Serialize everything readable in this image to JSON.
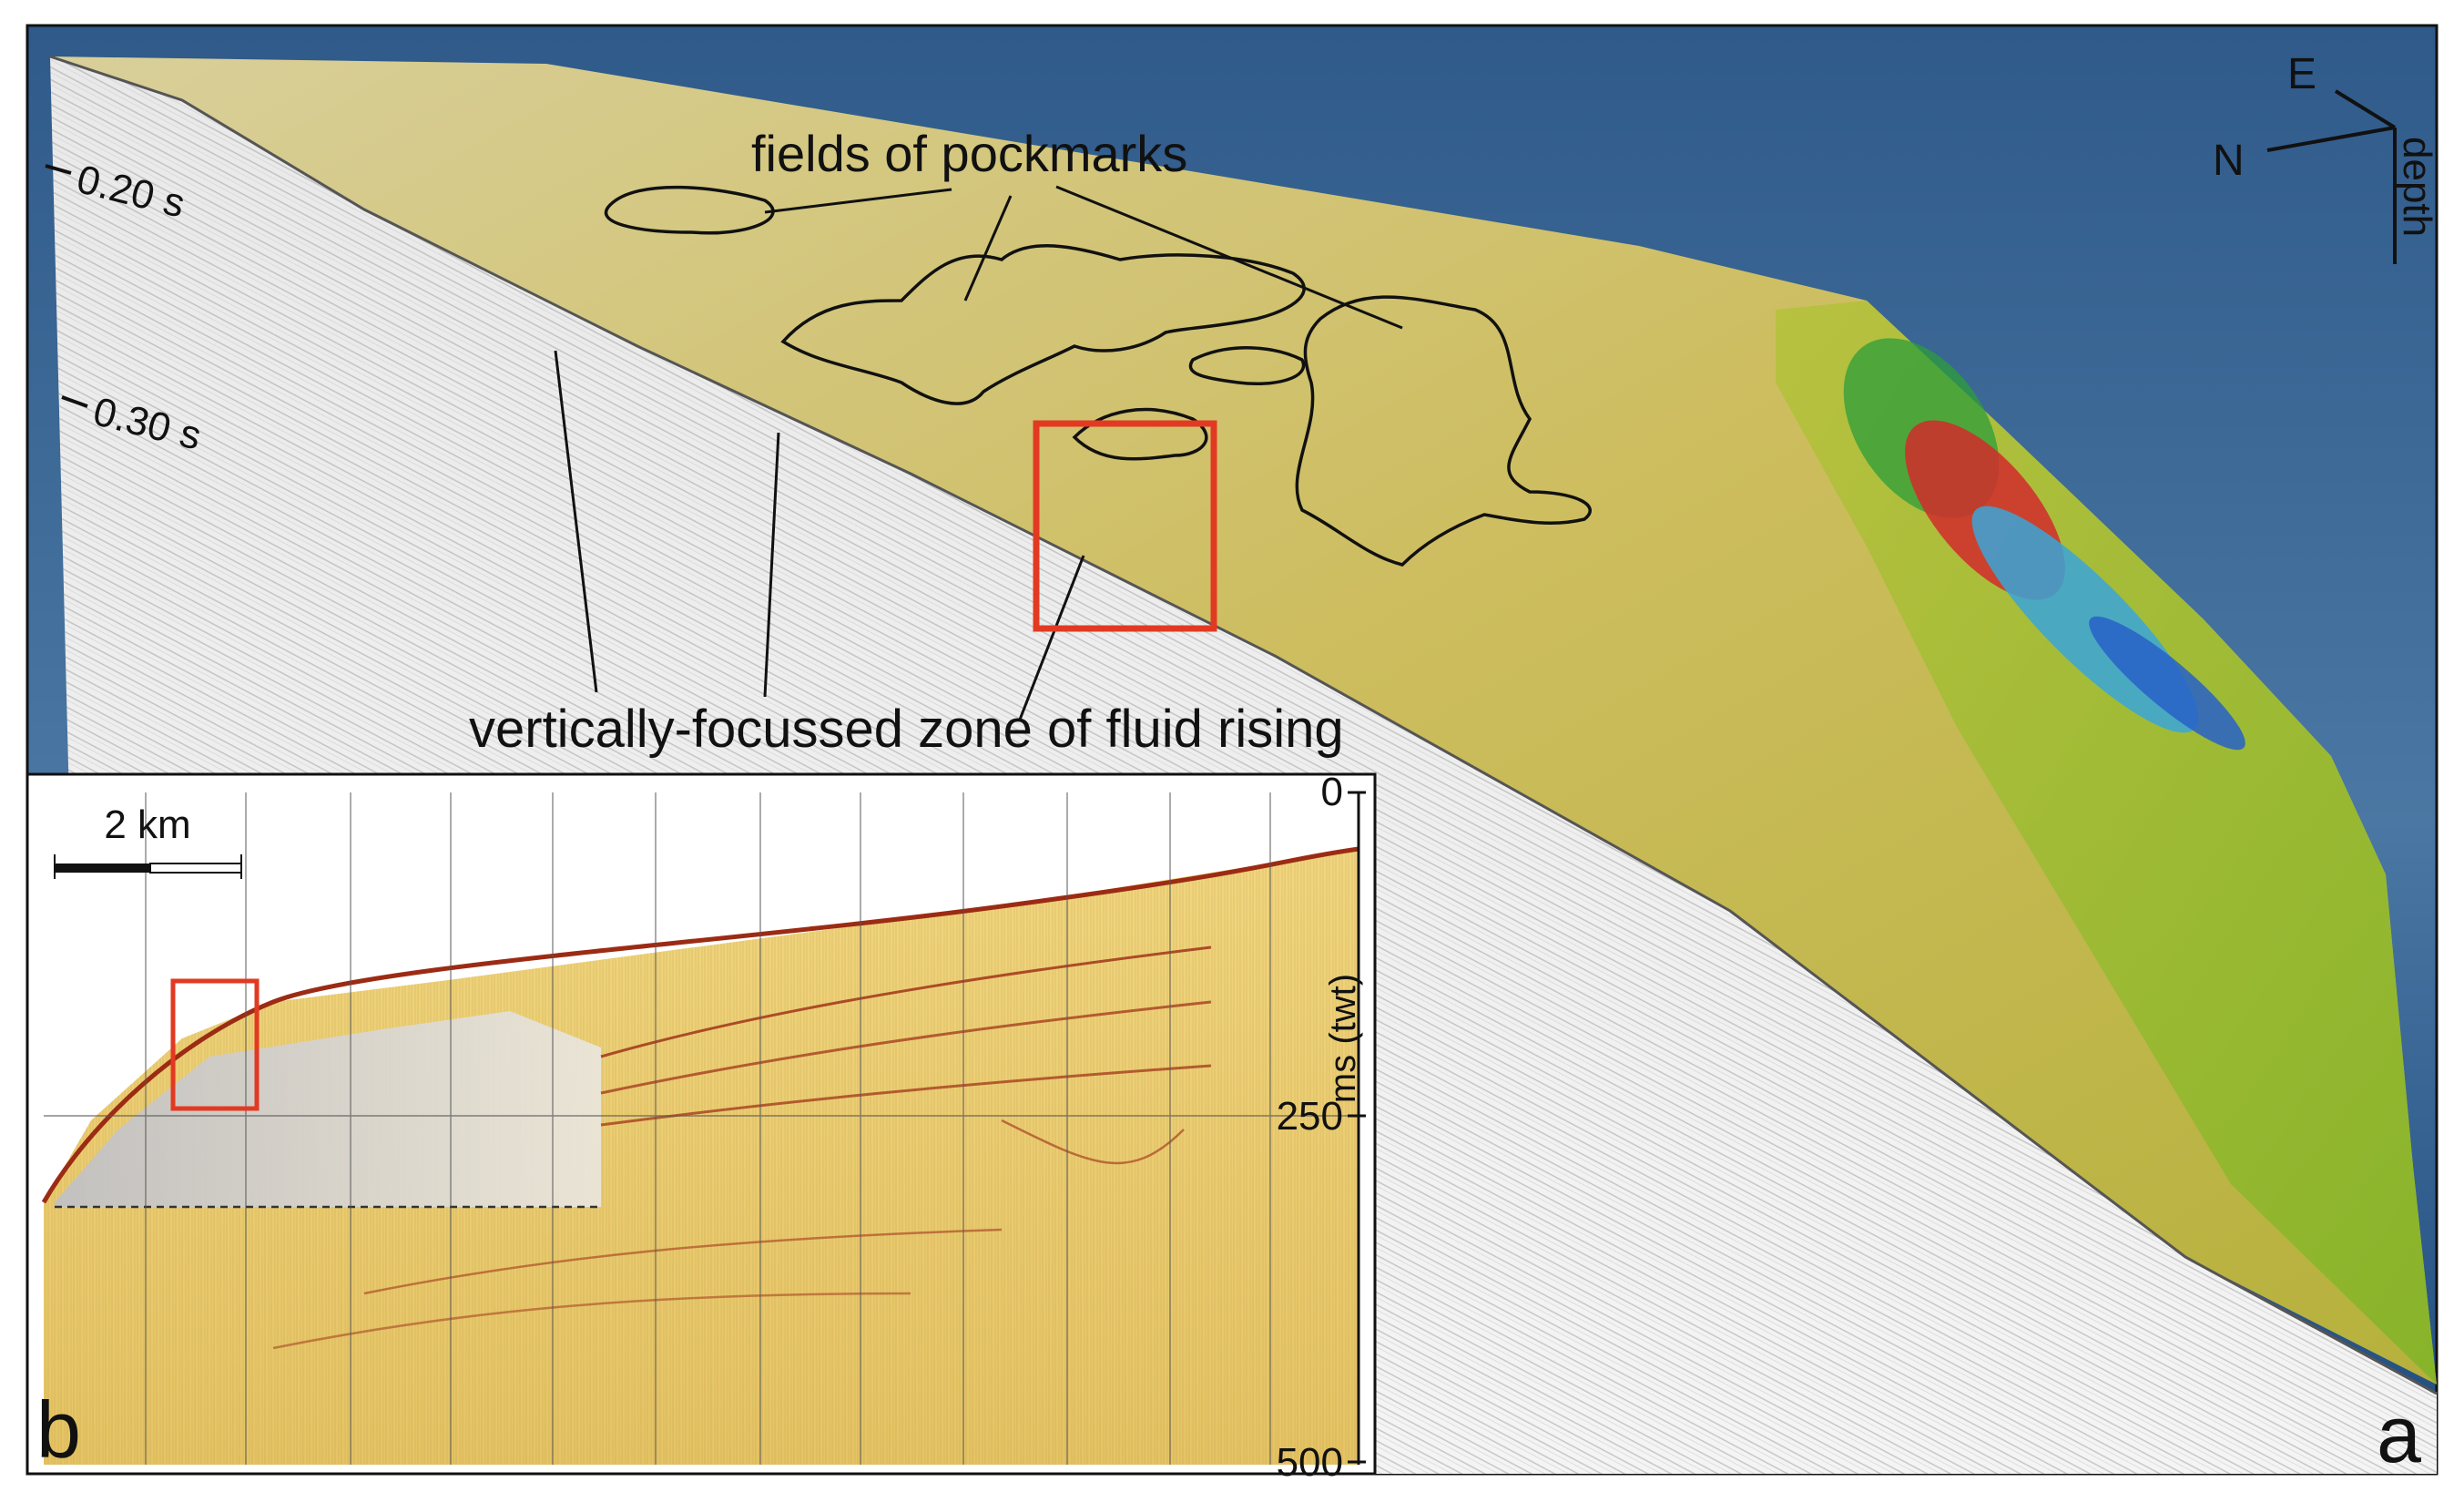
{
  "panel_a": {
    "panel_letter": "a",
    "time_label_1": "0.20 s",
    "time_label_2": "0.30 s",
    "annotation_pockmarks": "fields of pockmarks",
    "annotation_fluid": "vertically-focussed zone of fluid rising",
    "compass": {
      "east": "E",
      "north": "N",
      "depth": "depth"
    },
    "colors": {
      "sky_top": "#2f5e8f",
      "sky_bottom": "#5d86b0",
      "seafloor": "#cfc068",
      "highlight_box": "#e23a22"
    }
  },
  "panel_b": {
    "panel_letter": "b",
    "scale_bar": "2 km",
    "axis_label": "ms (twt)",
    "ticks": [
      "0",
      "250",
      "500"
    ],
    "colors": {
      "reflector": "#9c2b14",
      "background": "#e6c86e",
      "highlight_box": "#e23a22"
    }
  }
}
